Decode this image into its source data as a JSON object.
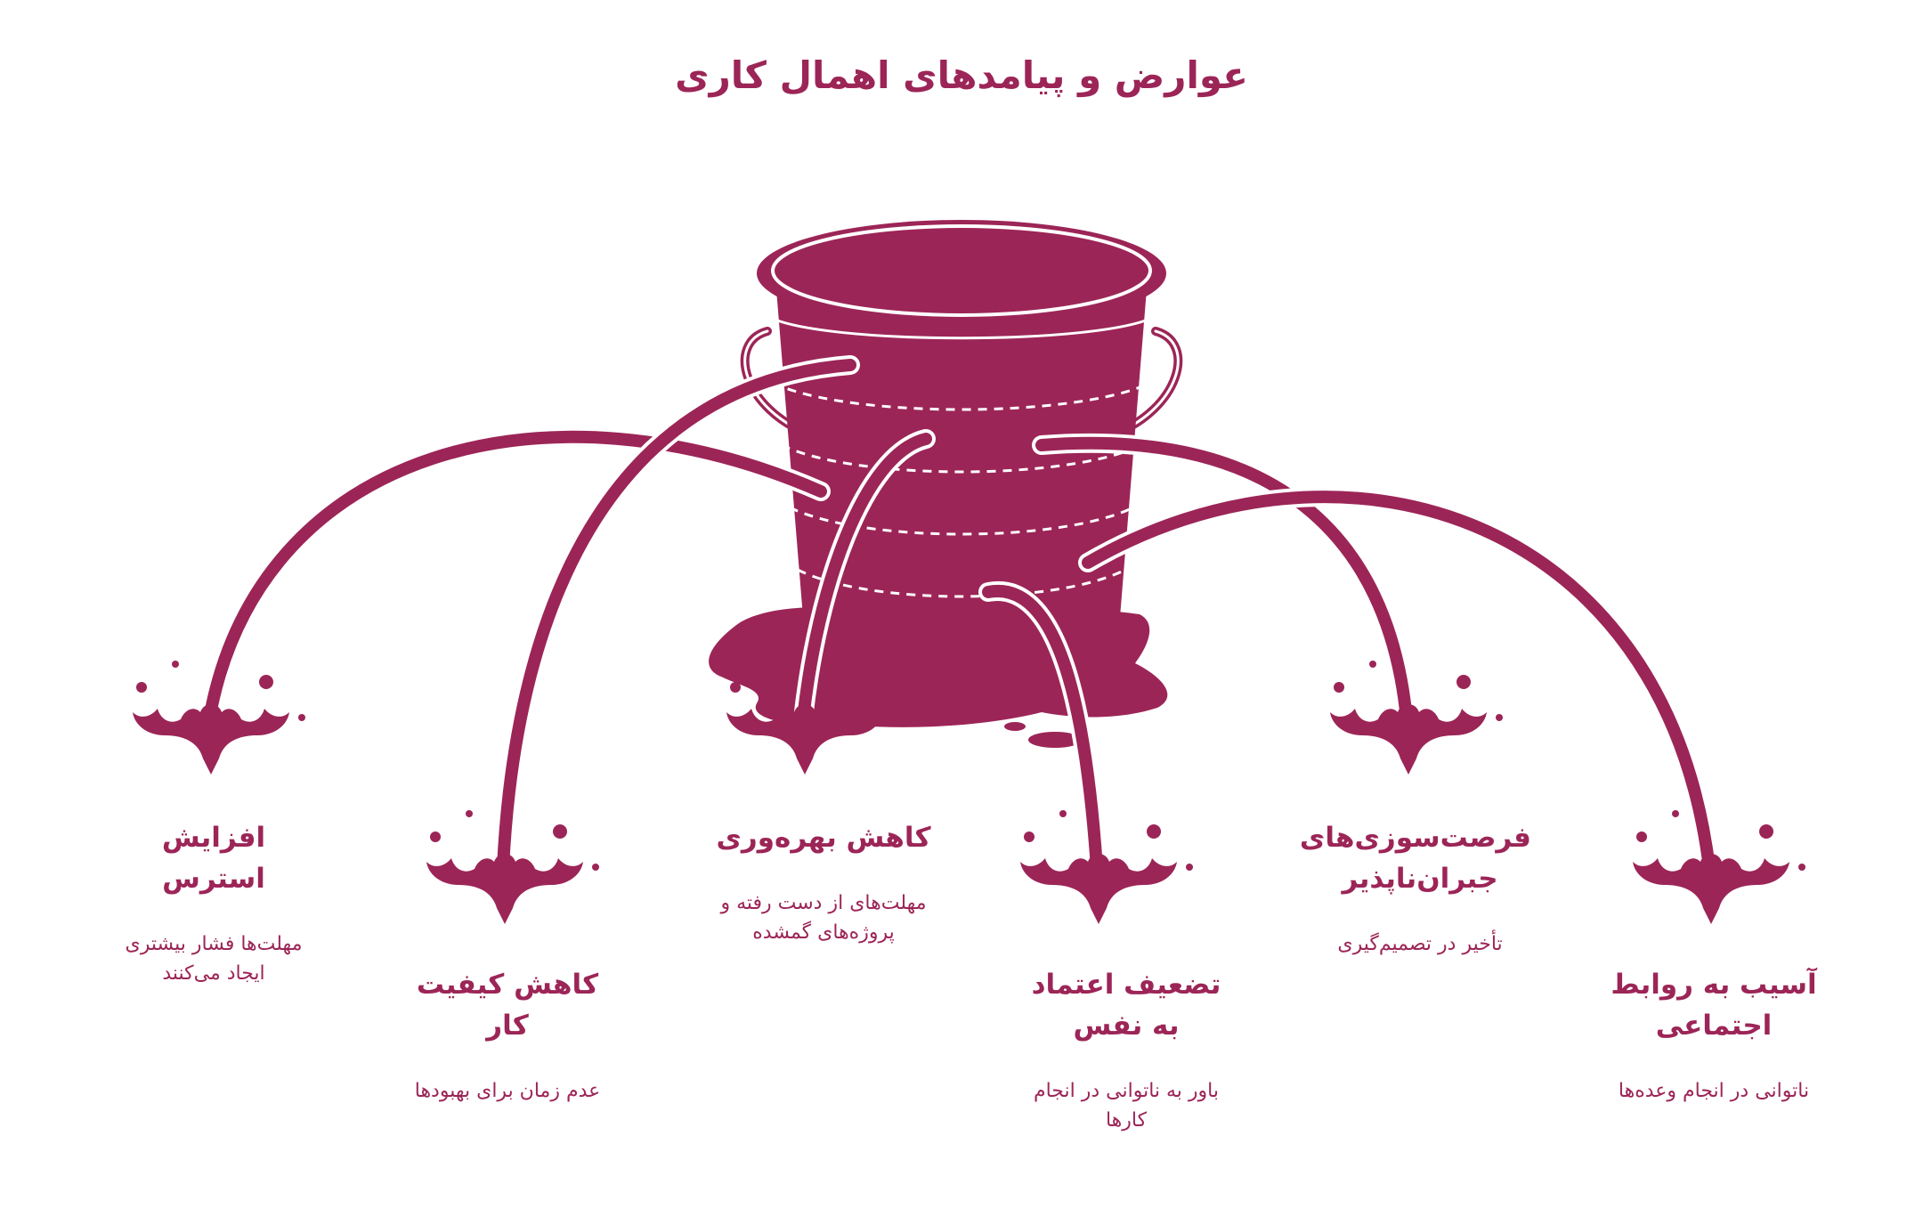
{
  "title": "عوارض و پیامدهای اهمال کاری",
  "colors": {
    "primary": "#9c2557",
    "background": "#ffffff"
  },
  "items": [
    {
      "title": "افزایش استرس",
      "desc": "مهلت‌ها فشار بیشتری ایجاد می‌کنند"
    },
    {
      "title": "کاهش کیفیت کار",
      "desc": "عدم زمان برای بهبودها"
    },
    {
      "title": "کاهش بهره‌وری",
      "desc": "مهلت‌های از دست رفته و پروژه‌های گمشده"
    },
    {
      "title": "تضعیف اعتماد به نفس",
      "desc": "باور به ناتوانی در انجام کارها"
    },
    {
      "title": "فرصت‌سوزی‌های جبران‌ناپذیر",
      "desc": "تأخیر در تصمیم‌گیری"
    },
    {
      "title": "آسیب به روابط اجتماعی",
      "desc": "ناتوانی در انجام وعده‌ها"
    }
  ]
}
